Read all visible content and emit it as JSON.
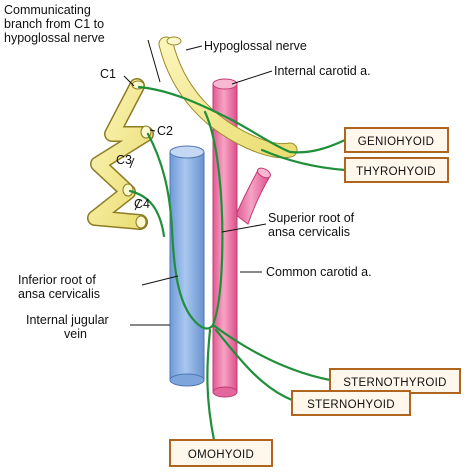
{
  "labels": {
    "communicating_branch": [
      "Communicating",
      "branch from C1 to",
      "hypoglossal nerve"
    ],
    "hypoglossal_nerve": "Hypoglossal nerve",
    "internal_carotid": "Internal carotid a.",
    "c1": "C1",
    "c2": "C2",
    "c3": "C3",
    "c4": "C4",
    "superior_root": [
      "Superior root of",
      "ansa cervicalis"
    ],
    "common_carotid": "Common carotid a.",
    "inferior_root": [
      "Inferior root of",
      "ansa cervicalis"
    ],
    "internal_jugular": [
      "Internal jugular",
      "vein"
    ]
  },
  "muscles": {
    "geniohyoid": "GENIOHYOID",
    "thyrohyoid": "THYROHYOID",
    "sternothyroid": "STERNOTHYROID",
    "sternohyoid": "STERNOHYOID",
    "omohyoid": "OMOHYOID"
  },
  "colors": {
    "nerve_green": "#1f8f3a",
    "artery_pink": "#f07aa8",
    "vein_blue": "#8fb4e6",
    "hypoglossal_yellow": "#f7ec9a",
    "box_border": "#b0651e"
  }
}
